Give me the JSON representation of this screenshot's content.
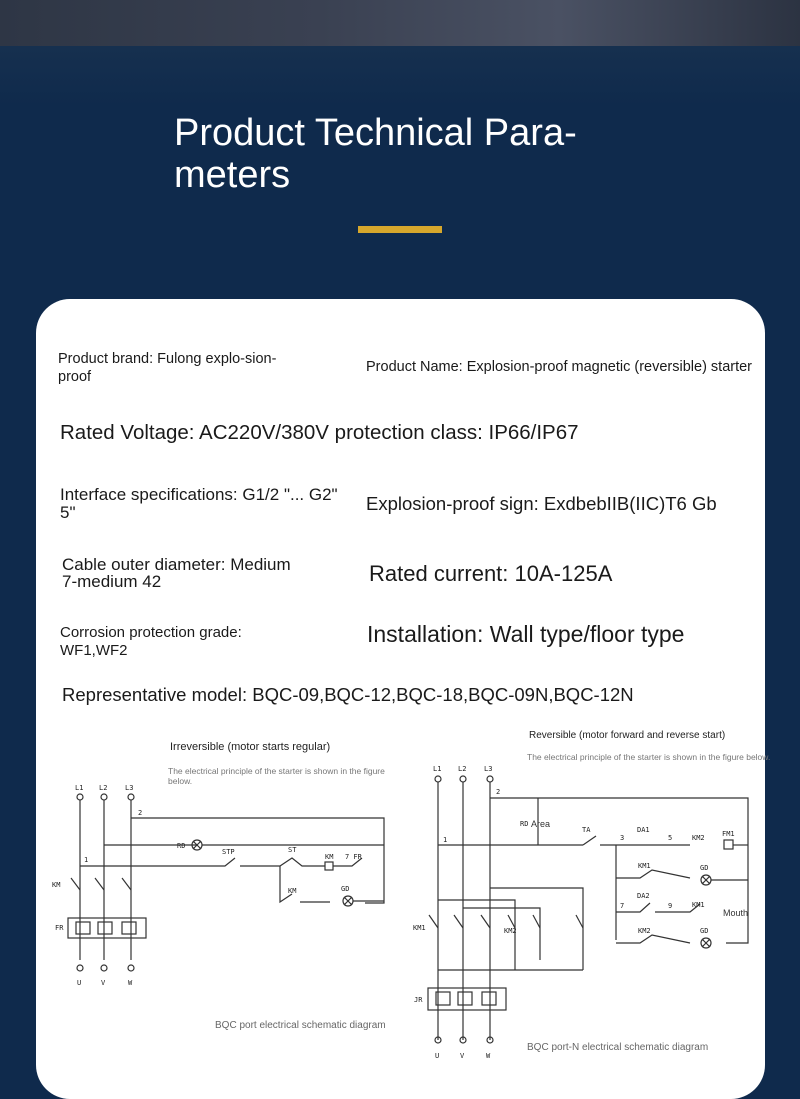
{
  "header": {
    "title": "Product Technical Parameters",
    "title_line1": "Product Technical Para-",
    "title_line2": "meters",
    "accent_color": "#d6a72c",
    "background_color": "#0f2a4c"
  },
  "params": {
    "brand": "Product brand: Fulong explo-sion-proof",
    "product_name": "Product Name: Explosion-proof magnetic (reversible) starter",
    "rated_voltage": "Rated Voltage: AC220V/380V protection class: IP66/IP67",
    "interface": "Interface specifications: G1/2 \"... G2\" 5\"",
    "explosion_sign": "Explosion-proof sign: ExdbebIIB(IIC)T6 Gb",
    "cable": "Cable outer diameter: Medium 7-medium 42",
    "rated_current": "Rated current: 10A-125A",
    "corrosion": "Corrosion protection grade: WF1,WF2",
    "installation": "Installation: Wall type/floor type",
    "model": "Representative model: BQC-09,BQC-12,BQC-18,BQC-09N,BQC-12N"
  },
  "schematics": {
    "left": {
      "title": "Irreversible (motor starts regular)",
      "note": "The electrical principle of the starter is shown in the figure below.",
      "caption": "BQC port electrical schematic diagram"
    },
    "right": {
      "title": "Reversible (motor forward and reverse start)",
      "note": "The electrical principle of the starter is shown in the figure below.",
      "caption": "BQC port-N electrical schematic diagram",
      "label_area": "Area",
      "label_mouth": "Mouth"
    }
  }
}
